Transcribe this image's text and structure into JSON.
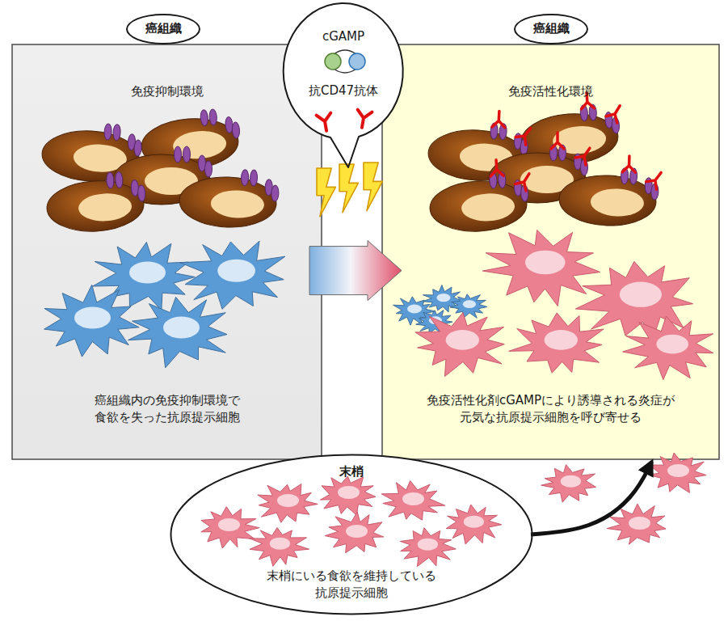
{
  "diagram": {
    "nodes": [
      {
        "text": [
          "免疫抑制環境",
          "癌組織内の免疫抑制環境で 食欲を失った抗原提示細胞"
        ]
      },
      {
        "text": [
          "癌組織"
        ],
        "in": 0
      },
      {
        "text": [
          "cGAMP",
          "抗CD47抗体"
        ]
      },
      {
        "text": [
          "免疫活性化環境",
          "免疫活性化剤cGAMPにより誘導される炎症が 元気な抗原提示細胞を呼び寄せる"
        ]
      },
      {
        "text": [
          "癌組織"
        ],
        "in": 3
      },
      {
        "text": [
          "末梢",
          "末梢にいる食欲を維持している 抗原提示細胞"
        ]
      }
    ],
    "edges": [
      {
        "from": 0,
        "to": 3,
        "arrow": "to"
      },
      {
        "from": 5,
        "to": 3,
        "arrow": "to"
      }
    ]
  }
}
